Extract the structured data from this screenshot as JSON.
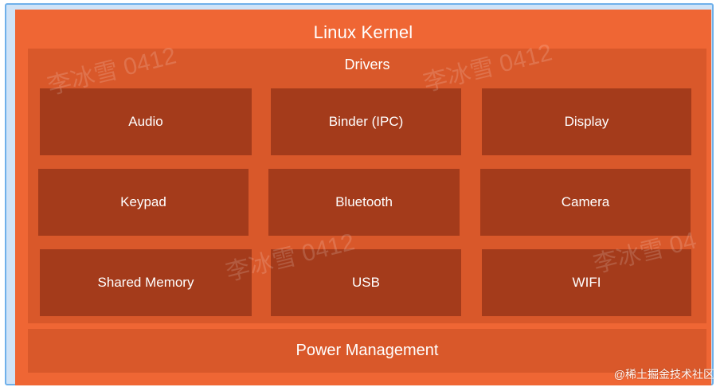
{
  "kernel": {
    "title": "Linux Kernel"
  },
  "drivers": {
    "title": "Drivers",
    "items": [
      "Audio",
      "Binder (IPC)",
      "Display",
      "Keypad",
      "Bluetooth",
      "Camera",
      "Shared Memory",
      "USB",
      "WIFI"
    ]
  },
  "power": {
    "label": "Power Management"
  },
  "watermarks": [
    "李冰雪 0412",
    "李冰雪 0412",
    "李冰雪 0412",
    "李冰雪 04"
  ],
  "credit": "@稀土掘金技术社区",
  "colors": {
    "outer_frame": "#cfe3f7",
    "kernel_bg": "#ef6634",
    "section_bg": "#d9582a",
    "box_bg": "#a43b1b",
    "text": "#ffffff"
  }
}
